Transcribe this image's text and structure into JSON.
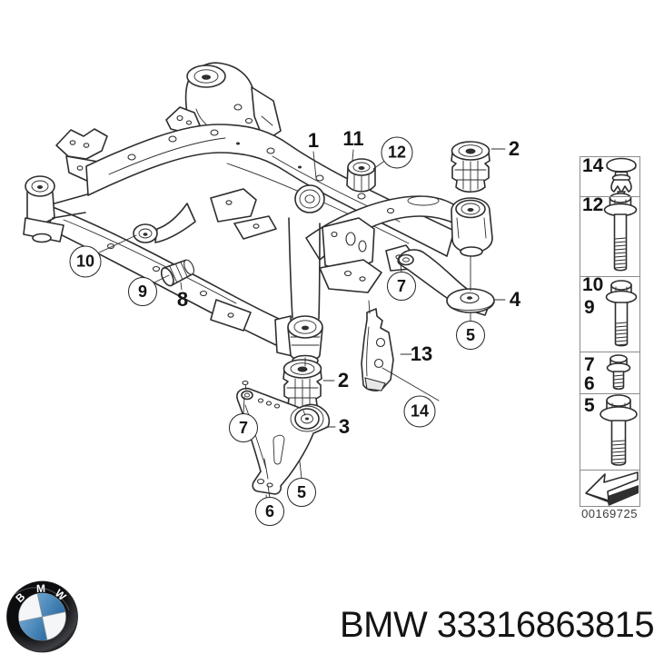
{
  "diagram": {
    "plain_callouts": [
      {
        "id": "1",
        "label": "1"
      },
      {
        "id": "11",
        "label": "11"
      },
      {
        "id": "2-upper",
        "label": "2"
      },
      {
        "id": "8",
        "label": "8"
      },
      {
        "id": "4",
        "label": "4"
      },
      {
        "id": "13",
        "label": "13"
      },
      {
        "id": "2-lower",
        "label": "2"
      },
      {
        "id": "3",
        "label": "3"
      }
    ],
    "circled_callouts": [
      {
        "id": "12",
        "label": "12"
      },
      {
        "id": "10",
        "label": "10"
      },
      {
        "id": "9",
        "label": "9"
      },
      {
        "id": "7-upper",
        "label": "7"
      },
      {
        "id": "5-upper",
        "label": "5"
      },
      {
        "id": "14",
        "label": "14"
      },
      {
        "id": "7-lower",
        "label": "7"
      },
      {
        "id": "5-lower",
        "label": "5"
      },
      {
        "id": "6",
        "label": "6"
      }
    ],
    "subject": "rear axle carrier (subframe) with bushings, brackets and vibration damper"
  },
  "fastener_legend": {
    "rows": [
      {
        "labels": [
          "14"
        ],
        "icon": "push-rivet"
      },
      {
        "labels": [
          "12"
        ],
        "icon": "flange-bolt-long"
      },
      {
        "labels": [
          "10",
          "9"
        ],
        "icon": "flange-bolt-long"
      },
      {
        "labels": [
          "7",
          "6"
        ],
        "icon": "flange-bolt-short"
      },
      {
        "labels": [
          "5"
        ],
        "icon": "flange-bolt-long"
      }
    ],
    "direction_icon": "arrow-bottom-left",
    "image_code": "00169725"
  },
  "footer": {
    "logo_letters": [
      "B",
      "M",
      "W"
    ],
    "part_text": "BMW 33316863815"
  },
  "colors": {
    "line": "#2e2e2e",
    "bmw_blue": "#3d7eb3",
    "background": "#ffffff"
  }
}
